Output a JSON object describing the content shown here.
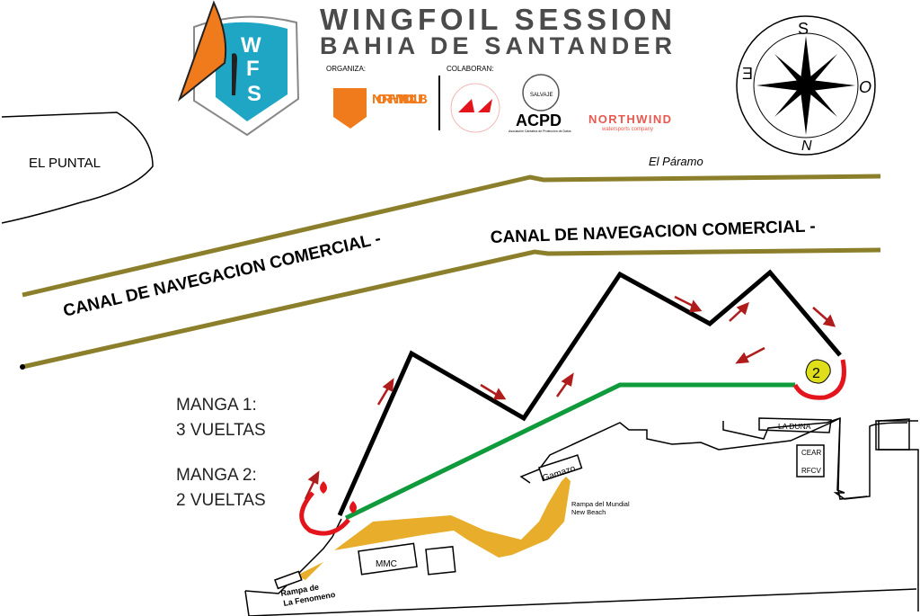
{
  "header": {
    "title_line1": "WINGFOIL SESSION",
    "title_line2": "BAHIA DE SANTANDER",
    "logo_text": "WFS",
    "organiza_label": "ORGANIZA:",
    "colaboran_label": "COLABORAN:",
    "organizer_logo": "NORTH WIND CLUB",
    "sponsors": [
      "SALVAJE",
      "ACPD",
      "NORTHWIND"
    ],
    "sponsor_sub": {
      "acpd": "Asociación Cántabra de Protección de Datos",
      "northwind": "watersports company"
    }
  },
  "compass": {
    "north": "N",
    "south": "S",
    "east": "E",
    "west": "O"
  },
  "places": {
    "el_puntal": "EL PUNTAL",
    "el_paramo": "El Páramo",
    "canal_left": "CANAL DE NAVEGACION COMERCIAL -",
    "canal_right": "CANAL DE NAVEGACION COMERCIAL -",
    "gamazo": "Gamazo",
    "rampa_mundial_1": "Rampa del Mundial",
    "rampa_mundial_2": "New Beach",
    "mmc": "MMC",
    "la_duna": "LA DUNA",
    "cear": "CEAR",
    "rfcv": "RFCV",
    "rampa_fenomeno_1": "Rampa de",
    "rampa_fenomeno_2": "La Fenomeno"
  },
  "legend": {
    "manga1_title": "MANGA 1:",
    "manga1_laps": "3 VUELTAS",
    "manga2_title": "MANGA 2:",
    "manga2_laps": "2 VUELTAS"
  },
  "marks": {
    "buoy_2": "2"
  },
  "colors": {
    "canal": "#8c7f2b",
    "course_black": "#000000",
    "course_green": "#0f9a3c",
    "turn_red": "#e3141b",
    "arrow": "#b01c1c",
    "sand": "#e9ad2c",
    "buoy_yellow": "#dede1a",
    "title_gray": "#4b4b4b",
    "brand_orange": "#f07b1d",
    "logo_blue": "#1fa6c4"
  }
}
